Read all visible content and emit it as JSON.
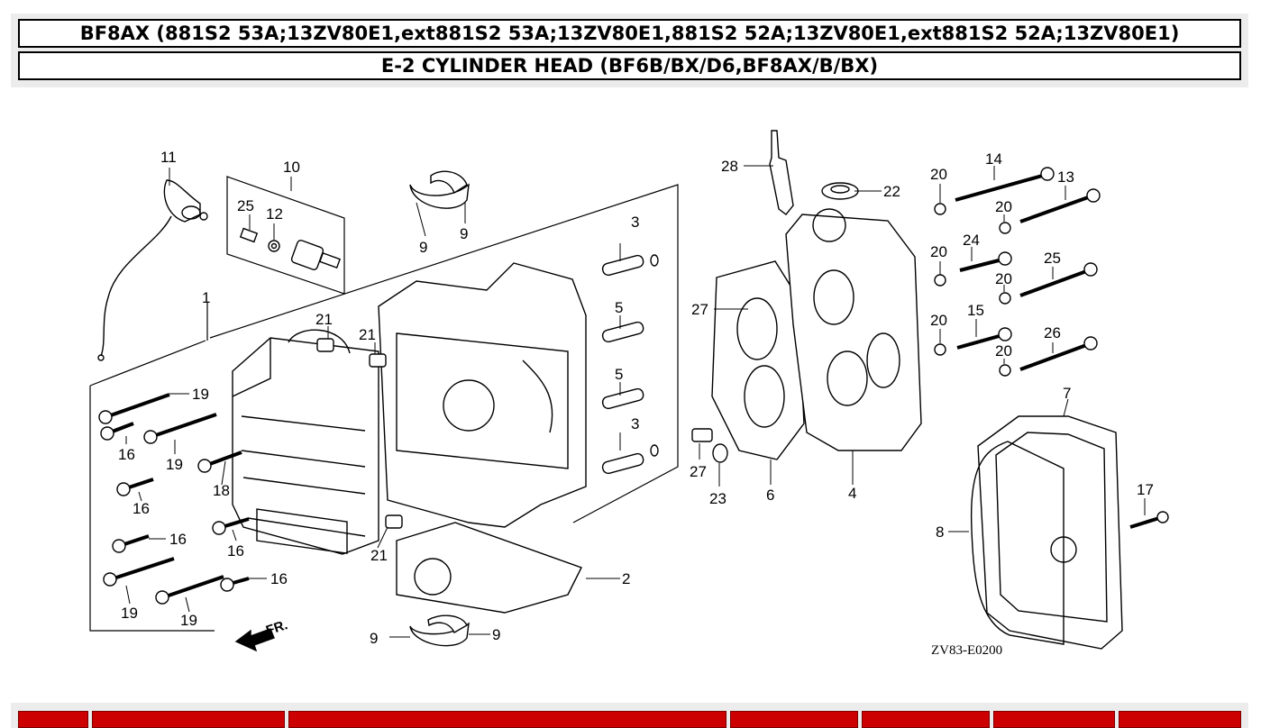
{
  "header": {
    "model_line": "BF8AX (881S2 53A;13ZV80E1,ext881S2 53A;13ZV80E1,881S2 52A;13ZV80E1,ext881S2 52A;13ZV80E1)",
    "section_title": "E-2 CYLINDER HEAD (BF6B/BX/D6,BF8AX/B/BX)"
  },
  "diagram": {
    "drawing_code": "ZV83-E0200",
    "front_label": "FR.",
    "callouts": [
      "1",
      "2",
      "3",
      "3",
      "4",
      "5",
      "5",
      "6",
      "7",
      "8",
      "9",
      "9",
      "9",
      "9",
      "10",
      "11",
      "12",
      "13",
      "14",
      "15",
      "16",
      "16",
      "16",
      "16",
      "16",
      "17",
      "18",
      "19",
      "19",
      "19",
      "19",
      "20",
      "20",
      "20",
      "20",
      "20",
      "20",
      "21",
      "21",
      "21",
      "22",
      "23",
      "24",
      "25",
      "25",
      "26",
      "27",
      "27",
      "28"
    ]
  },
  "colors": {
    "tab_red": "#cc0000",
    "frame_gray": "#ececec"
  }
}
